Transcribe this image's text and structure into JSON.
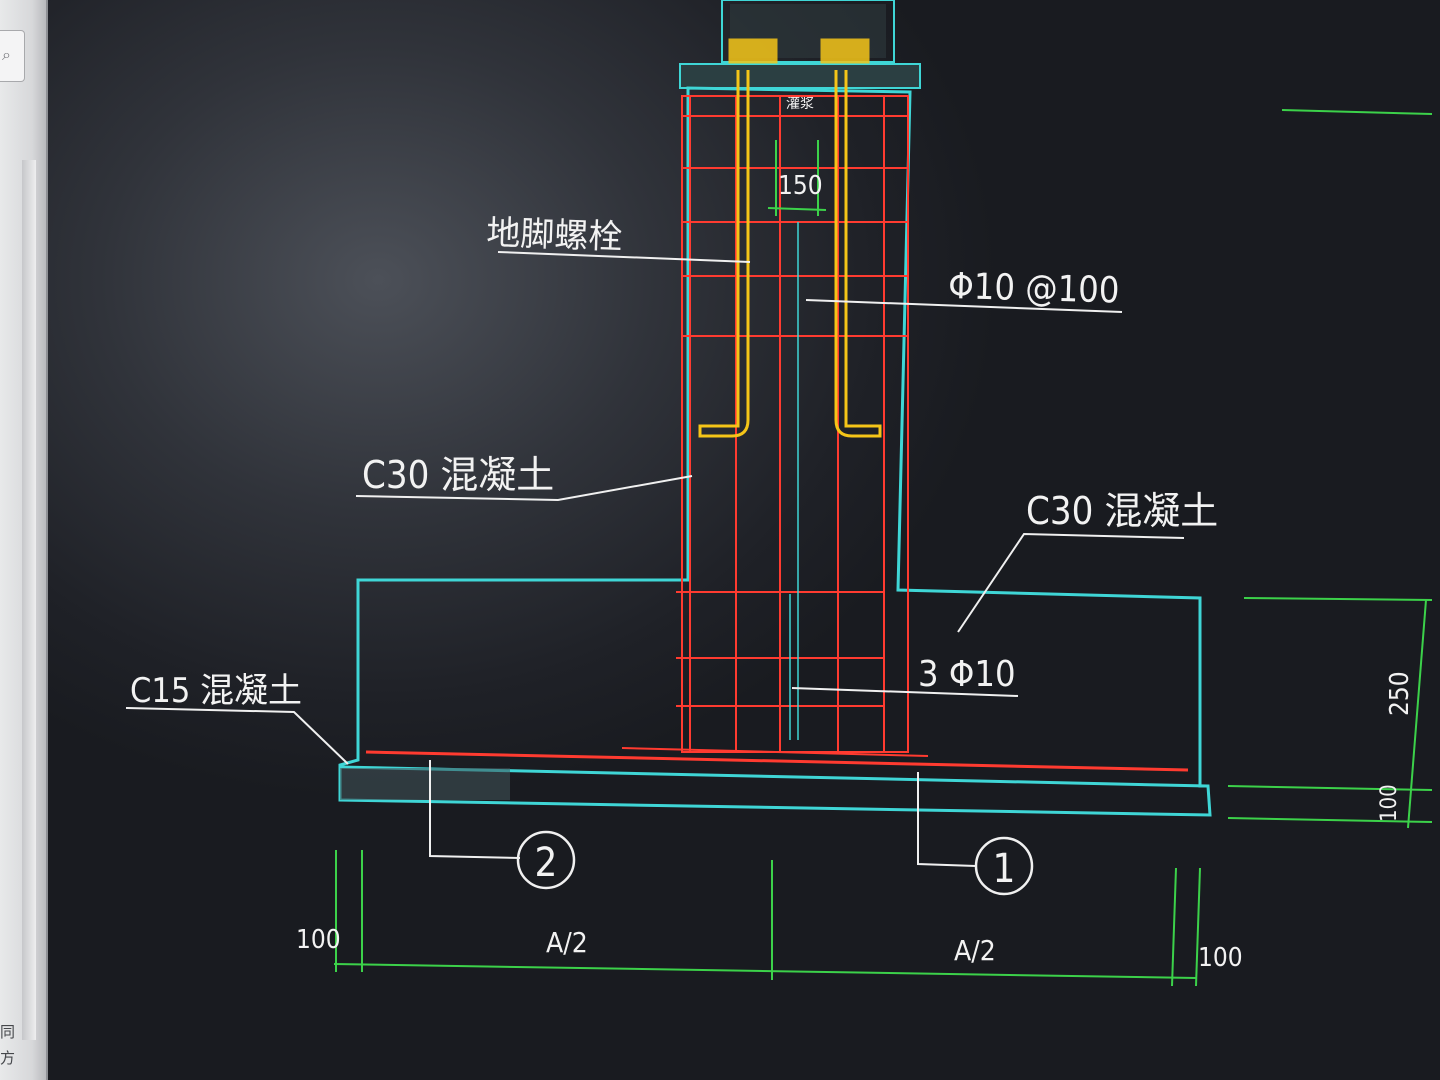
{
  "sidebar": {
    "search_icon": "magnifier-icon",
    "side_text_1": "同",
    "side_text_2": "方"
  },
  "drawing": {
    "labels": {
      "anchor_bolt": "地脚螺栓",
      "stirrup_spec": "Φ10 @100",
      "concrete_pier": "C30 混凝土",
      "concrete_base": "C30 混凝土",
      "bottom_bars": "3 Φ10",
      "lean_concrete": "C15 混凝土",
      "grout_label": "灌浆"
    },
    "callouts": {
      "marker_1": "1",
      "marker_2": "2"
    },
    "dimensions": {
      "bolt_spacing": "150",
      "base_height": "250",
      "cushion_height": "100",
      "left_offset": "100",
      "right_offset": "100",
      "half_a_left": "A/2",
      "half_a_right": "A/2"
    },
    "colors": {
      "outline": "#3fd6d6",
      "rebar": "#ff3b30",
      "bolt": "#f5c518",
      "dimension": "#3cd24a",
      "leader": "#f0f0f0"
    }
  }
}
